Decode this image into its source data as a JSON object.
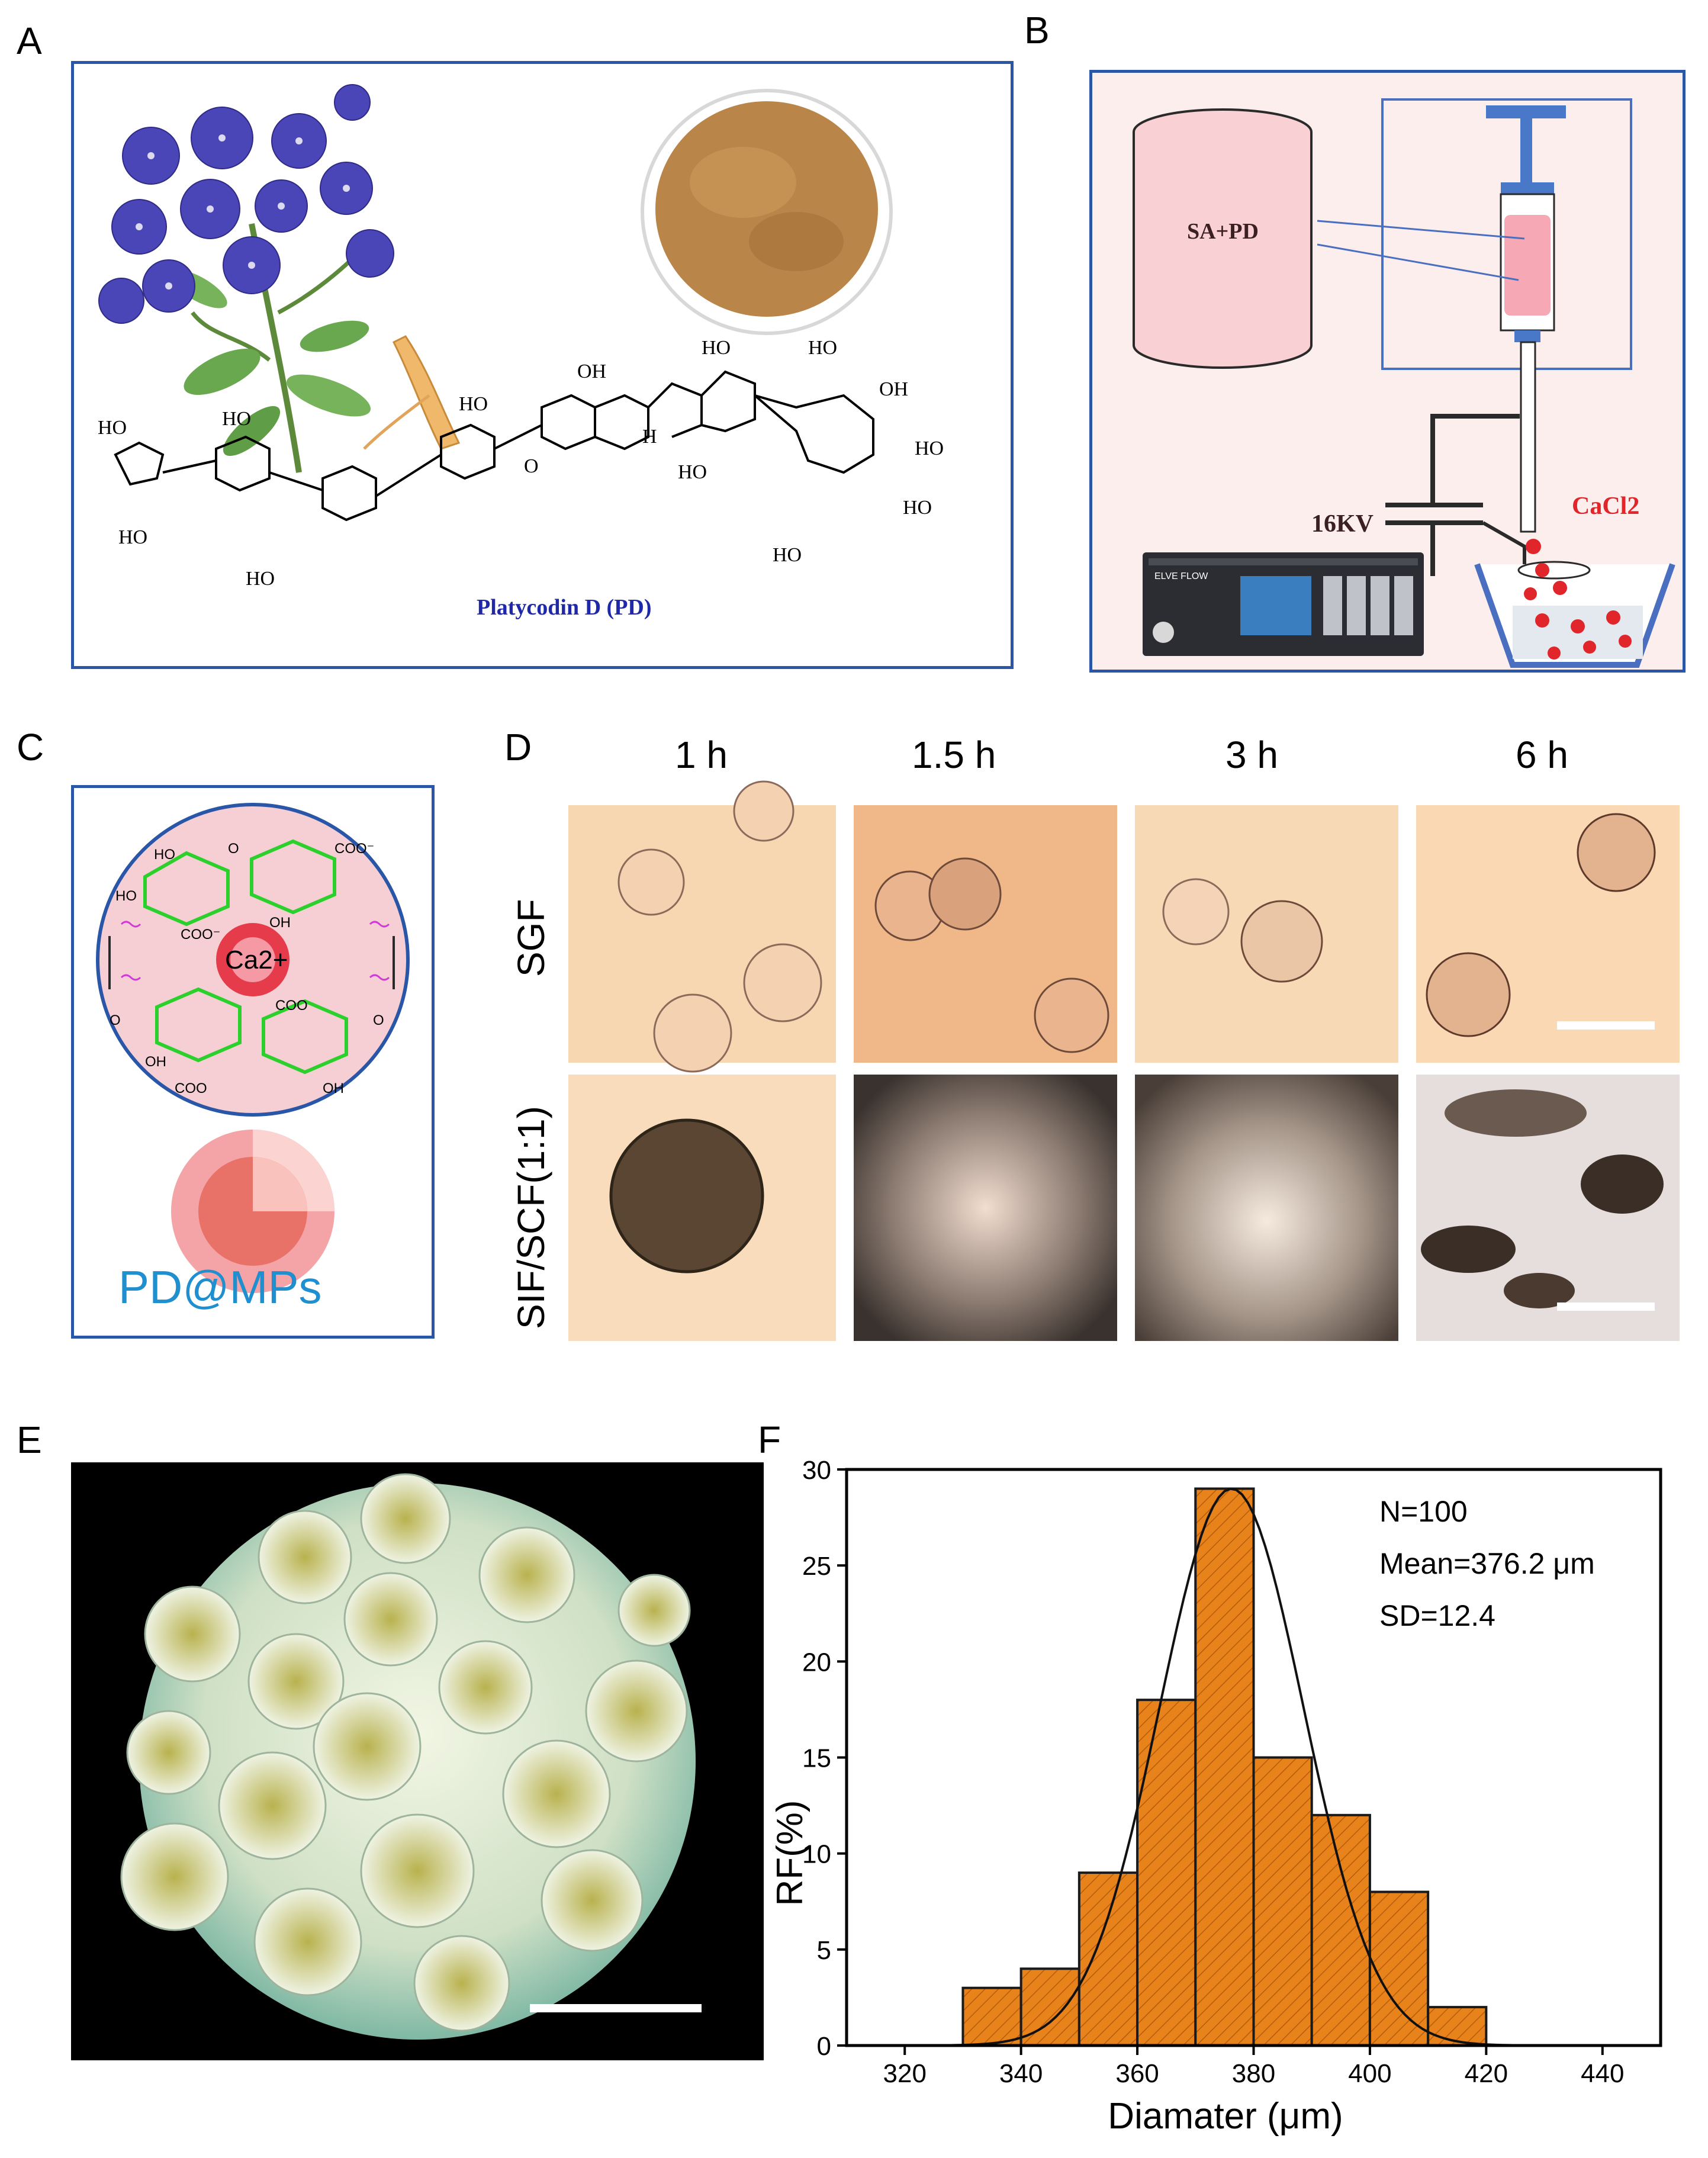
{
  "panels": {
    "A": {
      "label": "A",
      "compound": "Platycodin D (PD)"
    },
    "B": {
      "label": "B",
      "solution": "SA+PD",
      "voltage": "16KV",
      "bath": "CaCl2",
      "device_brand": "ELVE FLOW"
    },
    "C": {
      "label": "C",
      "ion": "Ca2+",
      "product": "PD@MPs",
      "carboxylate": "COO⁻"
    },
    "D": {
      "label": "D",
      "times": [
        "1 h",
        "1.5 h",
        "3 h",
        "6 h"
      ],
      "rows": [
        "SGF",
        "SIF/SCF(1:1)"
      ]
    },
    "E": {
      "label": "E"
    },
    "F": {
      "label": "F"
    }
  },
  "colors": {
    "frame": "#2a56a8",
    "bar": "#e8821a",
    "bar_edge": "#1a1a1a",
    "accent_red": "#e0262a",
    "caption_blue": "#1f8fd0"
  },
  "chart_data": {
    "type": "bar",
    "xlabel": "Diamater (μm)",
    "ylabel": "RF(%)",
    "x_bin_centers": [
      335,
      345,
      355,
      365,
      375,
      385,
      395,
      405,
      415
    ],
    "bin_width": 10,
    "values": [
      3,
      4,
      9,
      18,
      29,
      15,
      12,
      8,
      2
    ],
    "xlim": [
      310,
      450
    ],
    "ylim": [
      0,
      30
    ],
    "xticks": [
      320,
      340,
      360,
      380,
      400,
      420,
      440
    ],
    "yticks": [
      0,
      5,
      10,
      15,
      20,
      25,
      30
    ],
    "fit": {
      "type": "gaussian",
      "mean": 376.2,
      "sd": 12.4,
      "peak": 29
    },
    "annotations": [
      "N=100",
      "Mean=376.2 μm",
      "SD=12.4"
    ]
  }
}
